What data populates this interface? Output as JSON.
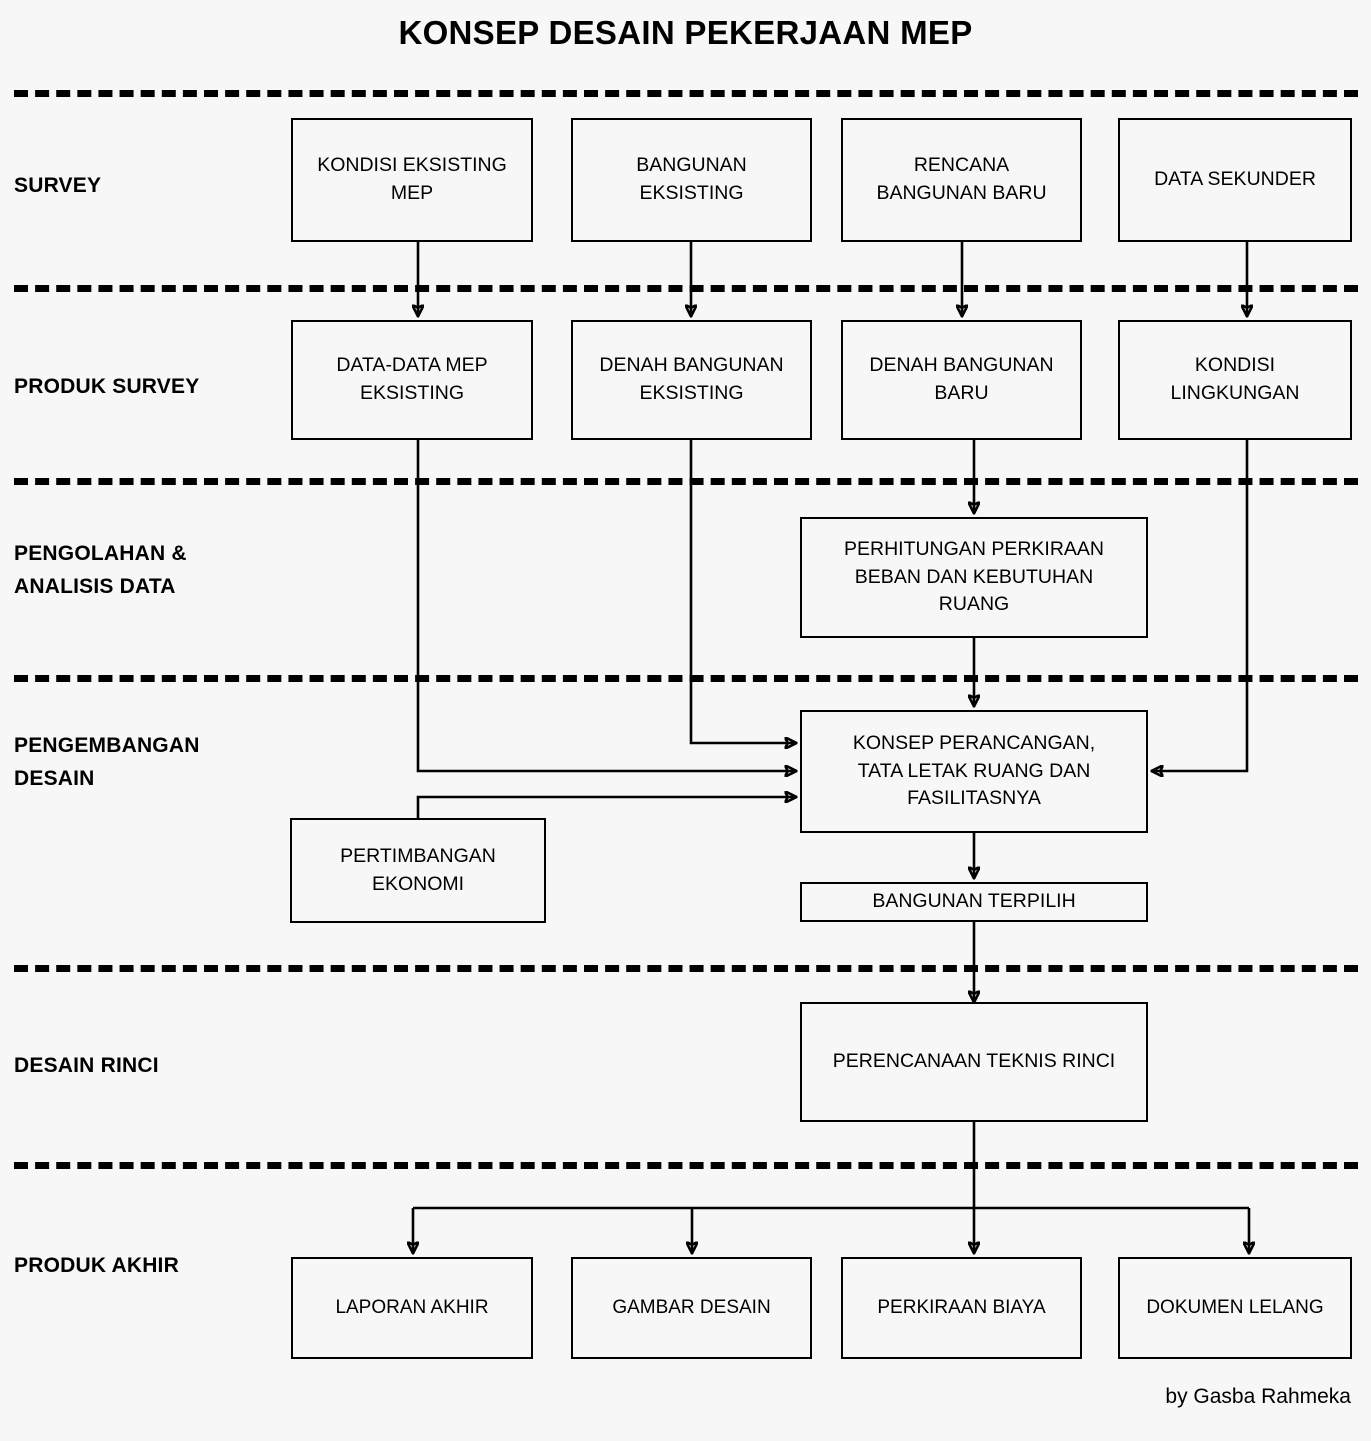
{
  "title": "KONSEP DESAIN PEKERJAAN MEP",
  "credit": "by Gasba Rahmeka",
  "stages": [
    {
      "id": "survey",
      "label": "SURVEY"
    },
    {
      "id": "produk-survey",
      "label": "PRODUK SURVEY"
    },
    {
      "id": "pengolahan-analisis-data",
      "label": "PENGOLAHAN &\nANALISIS DATA"
    },
    {
      "id": "pengembangan-desain",
      "label": "PENGEMBANGAN\nDESAIN"
    },
    {
      "id": "desain-rinci",
      "label": "DESAIN RINCI"
    },
    {
      "id": "produk-akhir",
      "label": "PRODUK AKHIR"
    }
  ],
  "nodes": {
    "survey": [
      {
        "id": "kondisi-eksisting-mep",
        "label": "KONDISI EKSISTING\nMEP"
      },
      {
        "id": "bangunan-eksisting",
        "label": "BANGUNAN\nEKSISTING"
      },
      {
        "id": "rencana-bangunan-baru",
        "label": "RENCANA\nBANGUNAN BARU"
      },
      {
        "id": "data-sekunder",
        "label": "DATA SEKUNDER"
      }
    ],
    "produk_survey": [
      {
        "id": "data-data-mep-eksisting",
        "label": "DATA-DATA MEP\nEKSISTING"
      },
      {
        "id": "denah-bangunan-eksisting",
        "label": "DENAH BANGUNAN\nEKSISTING"
      },
      {
        "id": "denah-bangunan-baru",
        "label": "DENAH BANGUNAN\nBARU"
      },
      {
        "id": "kondisi-lingkungan",
        "label": "KONDISI\nLINGKUNGAN"
      }
    ],
    "pengolahan": [
      {
        "id": "perhitungan-perkiraan-beban",
        "label": "PERHITUNGAN PERKIRAAN\nBEBAN DAN KEBUTUHAN\nRUANG"
      }
    ],
    "pengembangan": [
      {
        "id": "konsep-perancangan",
        "label": "KONSEP PERANCANGAN,\nTATA LETAK RUANG DAN\nFASILITASNYA"
      },
      {
        "id": "pertimbangan-ekonomi",
        "label": "PERTIMBANGAN\nEKONOMI"
      },
      {
        "id": "bangunan-terpilih",
        "label": "BANGUNAN TERPILIH"
      }
    ],
    "desain_rinci": [
      {
        "id": "perencanaan-teknis-rinci",
        "label": "PERENCANAAN TEKNIS RINCI"
      }
    ],
    "produk_akhir": [
      {
        "id": "laporan-akhir",
        "label": "LAPORAN AKHIR"
      },
      {
        "id": "gambar-desain",
        "label": "GAMBAR DESAIN"
      },
      {
        "id": "perkiraan-biaya",
        "label": "PERKIRAAN BIAYA"
      },
      {
        "id": "dokumen-lelang",
        "label": "DOKUMEN LELANG"
      }
    ]
  },
  "colors": {
    "background": "#f7f7f7",
    "stroke": "#000000",
    "text": "#000000"
  }
}
